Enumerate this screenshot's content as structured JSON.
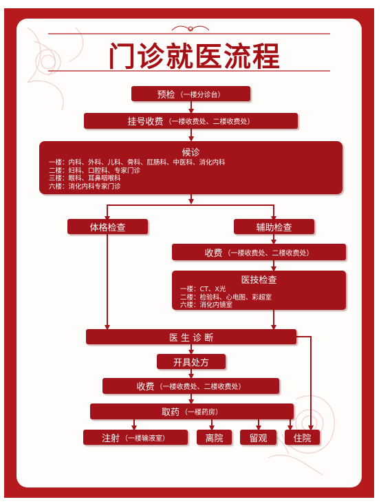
{
  "title": "门诊就医流程",
  "steps": {
    "precheck": {
      "label": "预检",
      "note": "（一楼分诊台）"
    },
    "register": {
      "label": "挂号收费",
      "note": "（一楼收费处、二楼收费处）"
    },
    "waiting": {
      "label": "候诊",
      "lines": [
        "一楼：内科、外科、儿科、骨科、肛肠科、中医科、消化内科",
        "二楼：妇科、口腔科、专家门诊",
        "三楼：眼科、耳鼻咽喉科",
        "六楼：消化内科专家门诊"
      ]
    },
    "physical": {
      "label": "体格检查"
    },
    "auxiliary": {
      "label": "辅助检查"
    },
    "aux_fee": {
      "label": "收费",
      "note": "（一楼收费处、二楼收费处）"
    },
    "medtech": {
      "label": "医技检查",
      "lines": [
        "一楼：CT、X光",
        "二楼：检验科、心电图、彩超室",
        "六楼：消化内镜室"
      ]
    },
    "diagnosis": {
      "label": "医 生 诊 断"
    },
    "prescribe": {
      "label": "开具处方"
    },
    "fee2": {
      "label": "收费",
      "note": "（一楼收费处、二楼收费处）"
    },
    "pharmacy": {
      "label": "取药",
      "note": "（一楼药房）"
    },
    "injection": {
      "label": "注射",
      "note": "（一楼输液室）"
    },
    "leave": {
      "label": "离院"
    },
    "observe": {
      "label": "留观"
    },
    "hospitalize": {
      "label": "住院"
    }
  },
  "colors": {
    "primary": "#a3141a",
    "frame": "#b51a1c",
    "background": "#fffdfb"
  }
}
